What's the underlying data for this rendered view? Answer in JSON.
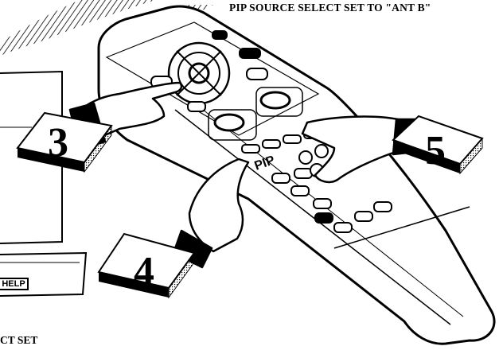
{
  "caption_top": "PIP SOURCE SELECT SET TO \"ANT B\"",
  "caption_bottom": "CT SET",
  "help_label": "HELP",
  "remote_label": "PIP",
  "steps": [
    "3",
    "4",
    "5"
  ]
}
